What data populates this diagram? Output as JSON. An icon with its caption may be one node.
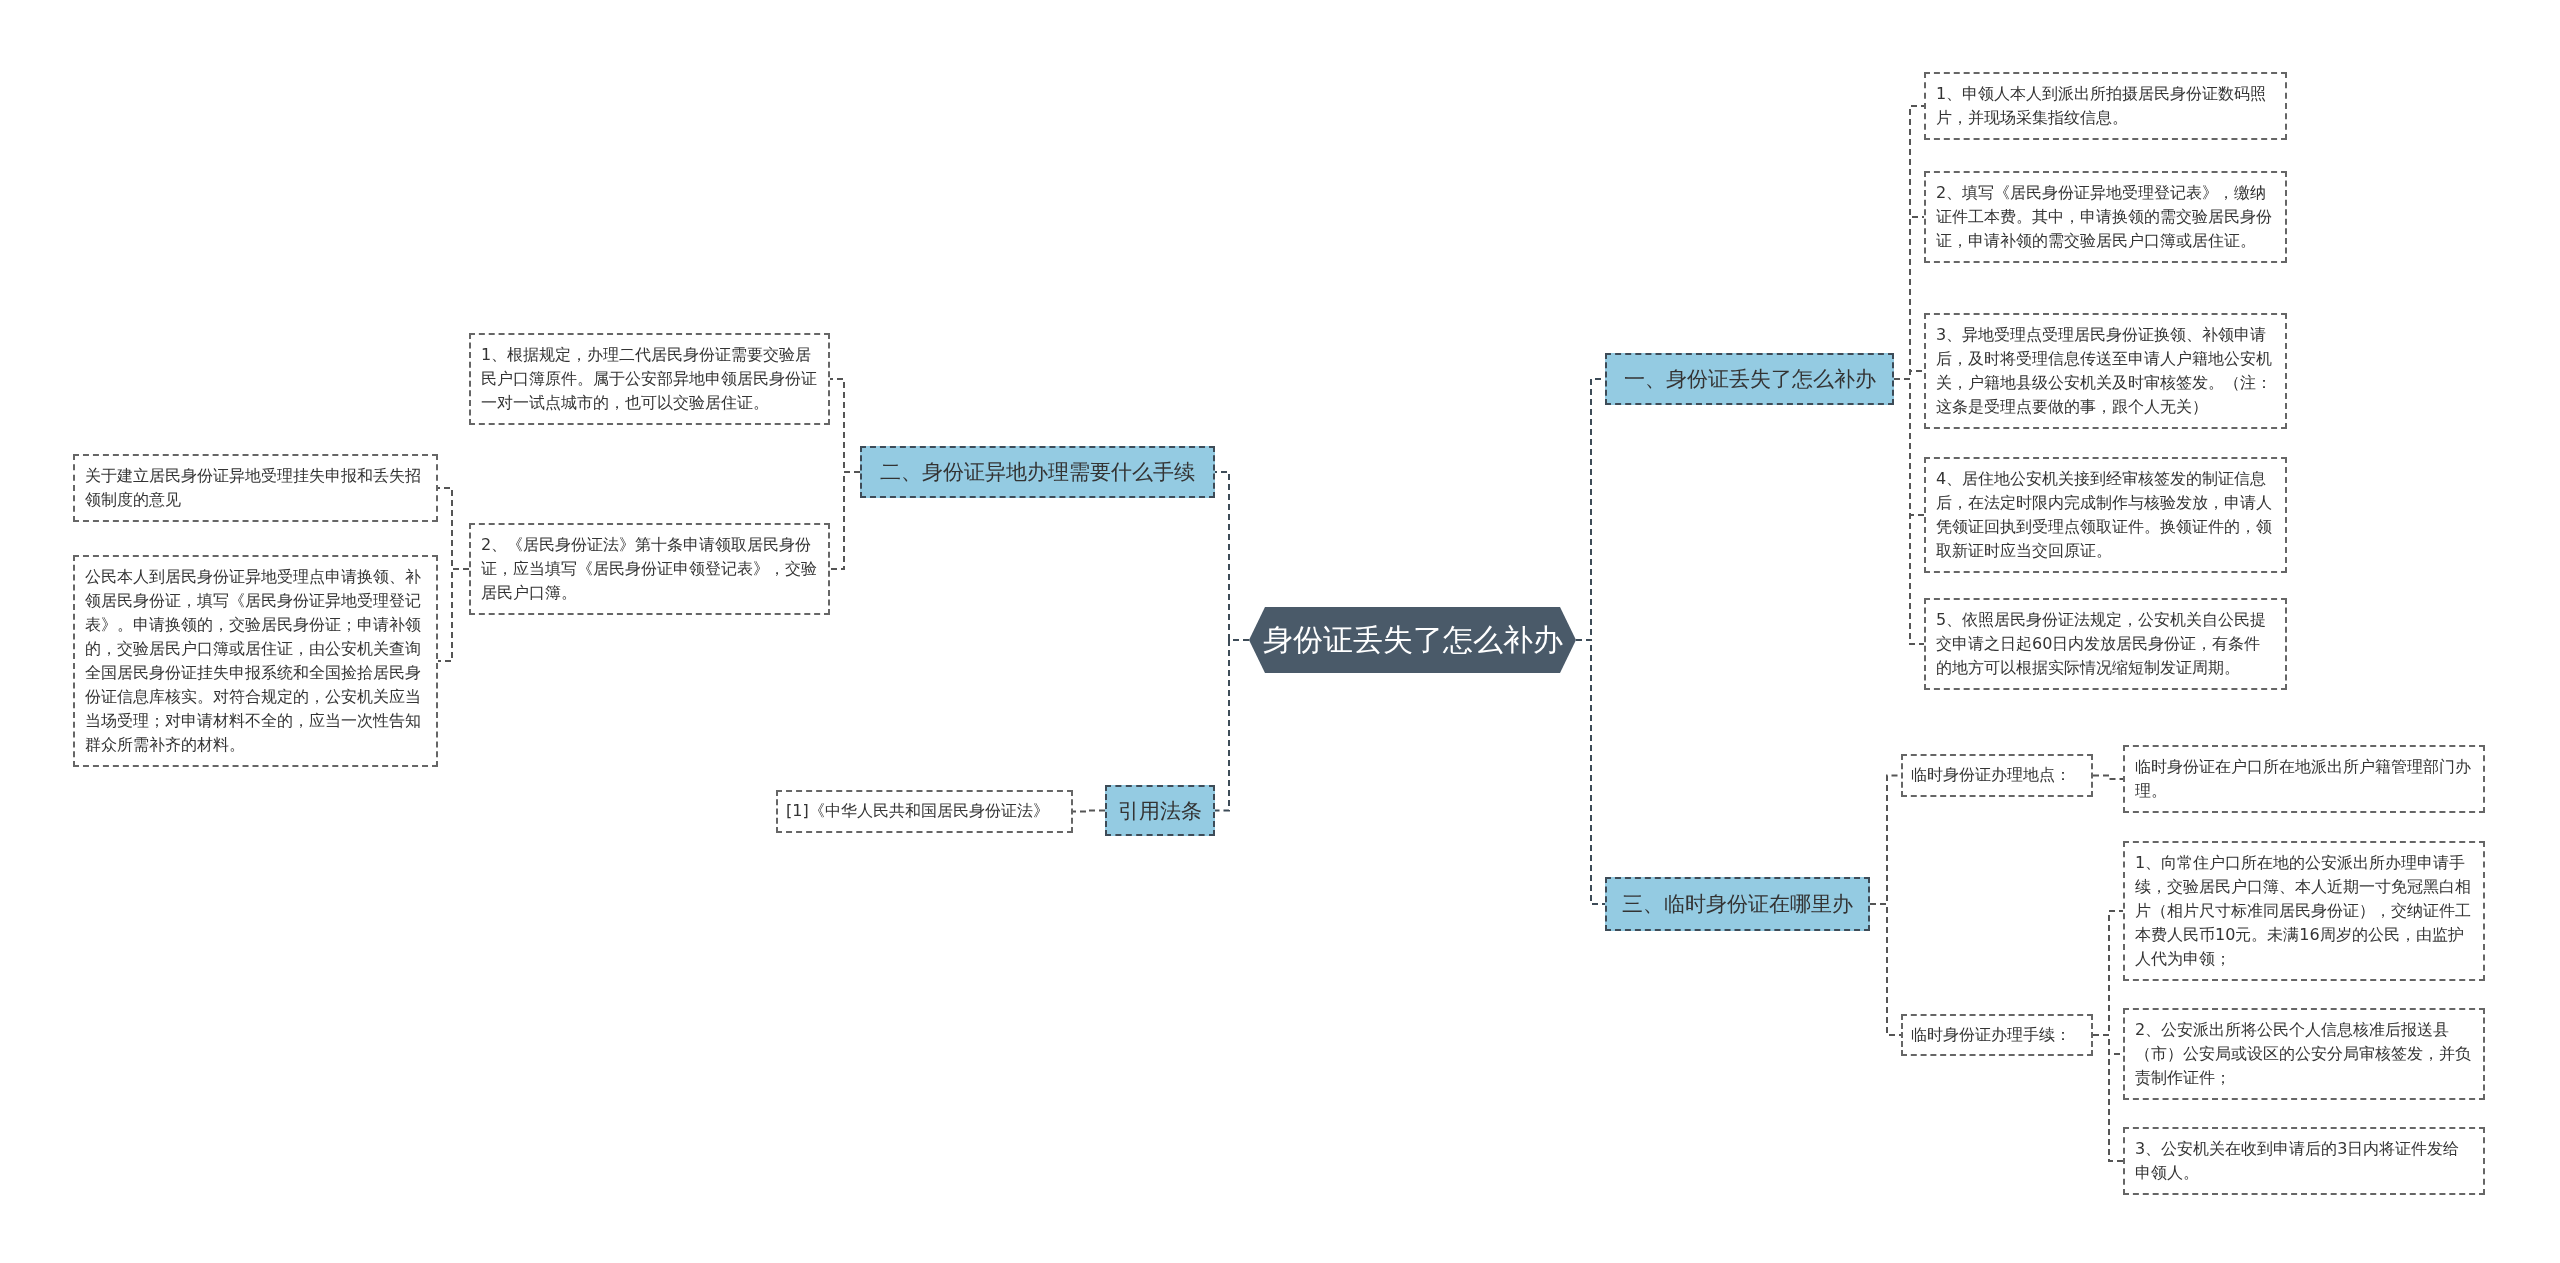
{
  "diagram": {
    "nodes": [
      {
        "text": [
          "身份证丢失了怎么补办"
        ]
      },
      {
        "text": [
          "一、身份证丢失了怎么补办"
        ]
      },
      {
        "text": [
          "1、申领人本人到派出所拍摄居民身份证数码照片，并现场采集指纹信息。"
        ]
      },
      {
        "text": [
          "2、填写《居民身份证异地受理登记表》，缴纳证件工本费。其中，申请换领的需交验居民身份证，申请补领的需交验居民户口簿或居住证。"
        ]
      },
      {
        "text": [
          "3、异地受理点受理居民身份证换领、补领申请后，及时将受理信息传送至申请人户籍地公安机关，户籍地县级公安机关及时审核签发。（注：这条是受理点要做的事，跟个人无关）"
        ]
      },
      {
        "text": [
          "4、居住地公安机关接到经审核签发的制证信息后，在法定时限内完成制作与核验发放，申请人凭领证回执到受理点领取证件。换领证件的，领取新证时应当交回原证。"
        ]
      },
      {
        "text": [
          "5、依照居民身份证法规定，公安机关自公民提交申请之日起60日内发放居民身份证，有条件的地方可以根据实际情况缩短制发证周期。"
        ]
      },
      {
        "text": [
          "三、临时身份证在哪里办"
        ]
      },
      {
        "text": [
          "临时身份证办理地点："
        ]
      },
      {
        "text": [
          "临时身份证在户口所在地派出所户籍管理部门办理。"
        ]
      },
      {
        "text": [
          "临时身份证办理手续："
        ]
      },
      {
        "text": [
          "1、向常住户口所在地的公安派出所办理申请手续，交验居民户口簿、本人近期一寸免冠黑白相片（相片尺寸标准同居民身份证），交纳证件工本费人民币10元。未满16周岁的公民，由监护人代为申领；"
        ]
      },
      {
        "text": [
          "2、公安派出所将公民个人信息核准后报送县（市）公安局或设区的公安分局审核签发，并负责制作证件；"
        ]
      },
      {
        "text": [
          "3、公安机关在收到申请后的3日内将证件发给申领人。"
        ]
      },
      {
        "text": [
          "二、身份证异地办理需要什么手续"
        ]
      },
      {
        "text": [
          "1、根据规定，办理二代居民身份证需要交验居民户口簿原件。属于公安部异地申领居民身份证一对一试点城市的，也可以交验居住证。"
        ]
      },
      {
        "text": [
          "2、《居民身份证法》第十条申请领取居民身份证，应当填写《居民身份证申领登记表》，交验居民户口簿。"
        ]
      },
      {
        "text": [
          "关于建立居民身份证异地受理挂失申报和丢失招领制度的意见"
        ]
      },
      {
        "text": [
          "公民本人到居民身份证异地受理点申请换领、补领居民身份证，填写《居民身份证异地受理登记表》。申请换领的，交验居民身份证；申请补领的，交验居民户口簿或居住证，由公安机关查询全国居民身份证挂失申报系统和全国捡拾居民身份证信息库核实。对符合规定的，公安机关应当当场受理；对申请材料不全的，应当一次性告知群众所需补齐的材料。"
        ]
      },
      {
        "text": [
          "引用法条"
        ]
      },
      {
        "text": [
          "[1]《中华人民共和国居民身份证法》"
        ]
      }
    ],
    "edges": [
      {
        "from": 0,
        "to": 1,
        "arrow": "none"
      },
      {
        "from": 1,
        "to": 2,
        "arrow": "none"
      },
      {
        "from": 1,
        "to": 3,
        "arrow": "none"
      },
      {
        "from": 1,
        "to": 4,
        "arrow": "none"
      },
      {
        "from": 1,
        "to": 5,
        "arrow": "none"
      },
      {
        "from": 1,
        "to": 6,
        "arrow": "none"
      },
      {
        "from": 0,
        "to": 7,
        "arrow": "none"
      },
      {
        "from": 7,
        "to": 8,
        "arrow": "none"
      },
      {
        "from": 8,
        "to": 9,
        "arrow": "none"
      },
      {
        "from": 7,
        "to": 10,
        "arrow": "none"
      },
      {
        "from": 10,
        "to": 11,
        "arrow": "none"
      },
      {
        "from": 10,
        "to": 12,
        "arrow": "none"
      },
      {
        "from": 10,
        "to": 13,
        "arrow": "none"
      },
      {
        "from": 0,
        "to": 14,
        "arrow": "none"
      },
      {
        "from": 14,
        "to": 15,
        "arrow": "none"
      },
      {
        "from": 14,
        "to": 16,
        "arrow": "none"
      },
      {
        "from": 16,
        "to": 17,
        "arrow": "none"
      },
      {
        "from": 16,
        "to": 18,
        "arrow": "none"
      },
      {
        "from": 0,
        "to": 19,
        "arrow": "none"
      },
      {
        "from": 19,
        "to": 20,
        "arrow": "none"
      }
    ]
  }
}
